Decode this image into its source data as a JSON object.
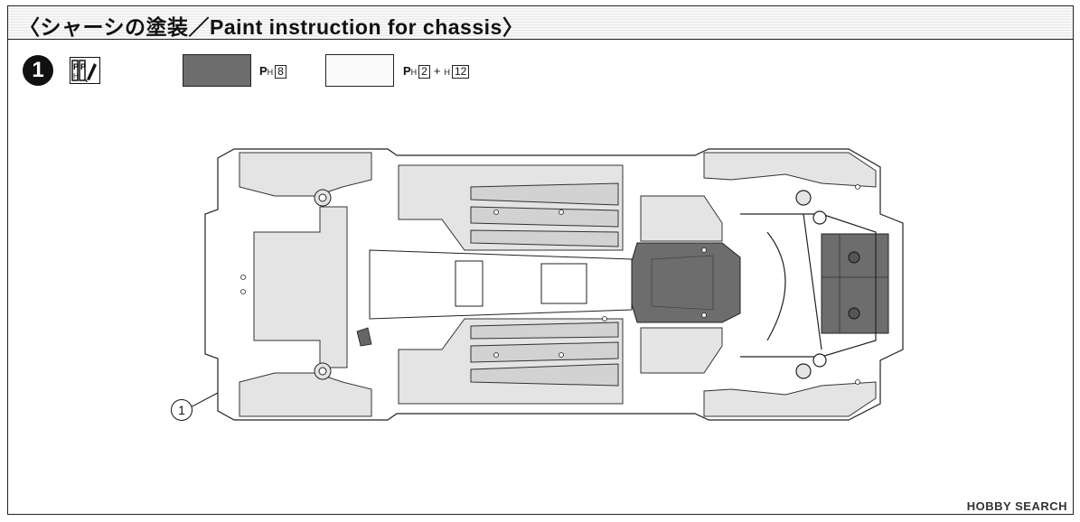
{
  "header": {
    "title": "〈シャーシの塗装／Paint instruction for chassis〉"
  },
  "step": {
    "number": "1"
  },
  "paints": [
    {
      "swatch_color": "#6d6d6d",
      "prefix": "P",
      "sub": "H",
      "code": "8",
      "extra": ""
    },
    {
      "swatch_color": "#fafafa",
      "prefix": "P",
      "sub": "H",
      "code": "2",
      "plus": "+",
      "sub2": "H",
      "code2": "12"
    }
  ],
  "callout": {
    "label": "1"
  },
  "watermark": {
    "text": "HOBBY SEARCH"
  },
  "icons": {
    "paint_icon": "paint-brush-icon"
  }
}
